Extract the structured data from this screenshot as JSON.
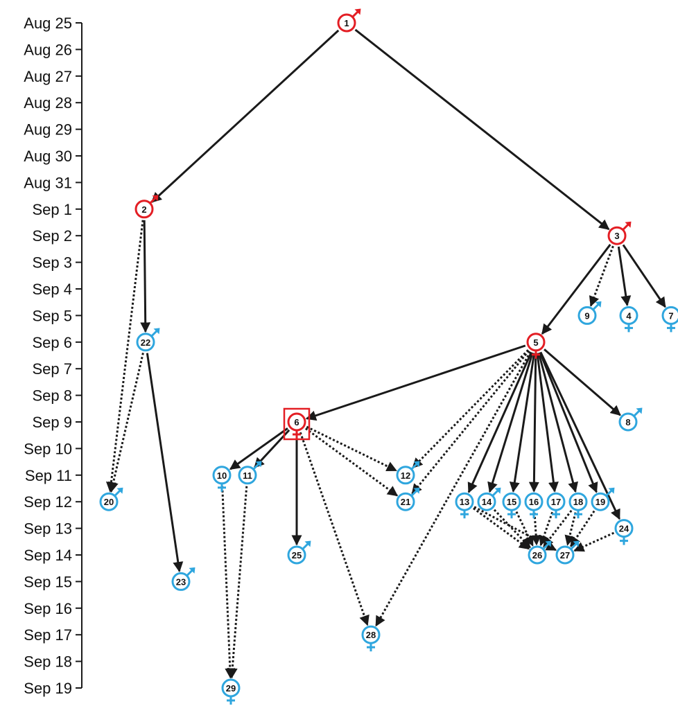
{
  "timeline": {
    "dates": [
      "Aug 25",
      "Aug 26",
      "Aug 27",
      "Aug 28",
      "Aug 29",
      "Aug 30",
      "Aug 31",
      "Sep 1",
      "Sep 2",
      "Sep 3",
      "Sep 4",
      "Sep 5",
      "Sep 6",
      "Sep 7",
      "Sep 8",
      "Sep 9",
      "Sep 10",
      "Sep 11",
      "Sep 12",
      "Sep 13",
      "Sep 14",
      "Sep 15",
      "Sep 16",
      "Sep 17",
      "Sep 18",
      "Sep 19"
    ]
  },
  "colors": {
    "highlight": "#e31e24",
    "case": "#2fa6de",
    "edge": "#1a1a1a"
  },
  "nodes": [
    {
      "label": "1",
      "sex": "male",
      "color": "highlight",
      "date": "Aug 25"
    },
    {
      "label": "2",
      "sex": "male",
      "color": "highlight",
      "date": "Sep 1"
    },
    {
      "label": "3",
      "sex": "male",
      "color": "highlight",
      "date": "Sep 2"
    },
    {
      "label": "9",
      "sex": "male",
      "color": "case",
      "date": "Sep 5"
    },
    {
      "label": "4",
      "sex": "female",
      "color": "case",
      "date": "Sep 5"
    },
    {
      "label": "7",
      "sex": "female",
      "color": "case",
      "date": "Sep 5"
    },
    {
      "label": "22",
      "sex": "male",
      "color": "case",
      "date": "Sep 6"
    },
    {
      "label": "5",
      "sex": "female",
      "color": "highlight",
      "date": "Sep 6"
    },
    {
      "label": "6",
      "sex": "female",
      "color": "highlight",
      "boxed": true,
      "date": "Sep 9"
    },
    {
      "label": "8",
      "sex": "male",
      "color": "case",
      "date": "Sep 9"
    },
    {
      "label": "10",
      "sex": "female",
      "color": "case",
      "date": "Sep 11"
    },
    {
      "label": "11",
      "sex": "male",
      "color": "case",
      "date": "Sep 11"
    },
    {
      "label": "12",
      "sex": "male",
      "color": "case",
      "date": "Sep 11"
    },
    {
      "label": "20",
      "sex": "male",
      "color": "case",
      "date": "Sep 12"
    },
    {
      "label": "21",
      "sex": "male",
      "color": "case",
      "date": "Sep 12"
    },
    {
      "label": "13",
      "sex": "female",
      "color": "case",
      "date": "Sep 12"
    },
    {
      "label": "14",
      "sex": "male",
      "color": "case",
      "date": "Sep 12"
    },
    {
      "label": "15",
      "sex": "female",
      "color": "case",
      "date": "Sep 12"
    },
    {
      "label": "16",
      "sex": "female",
      "color": "case",
      "date": "Sep 12"
    },
    {
      "label": "17",
      "sex": "female",
      "color": "case",
      "date": "Sep 12"
    },
    {
      "label": "18",
      "sex": "female",
      "color": "case",
      "date": "Sep 12"
    },
    {
      "label": "19",
      "sex": "male",
      "color": "case",
      "date": "Sep 12"
    },
    {
      "label": "24",
      "sex": "female",
      "color": "case",
      "date": "Sep 13"
    },
    {
      "label": "25",
      "sex": "male",
      "color": "case",
      "date": "Sep 14"
    },
    {
      "label": "26",
      "sex": "male",
      "color": "case",
      "date": "Sep 14"
    },
    {
      "label": "27",
      "sex": "male",
      "color": "case",
      "date": "Sep 14"
    },
    {
      "label": "23",
      "sex": "male",
      "color": "case",
      "date": "Sep 15"
    },
    {
      "label": "28",
      "sex": "female",
      "color": "case",
      "date": "Sep 17"
    },
    {
      "label": "29",
      "sex": "female",
      "color": "case",
      "date": "Sep 19"
    }
  ],
  "edges": [
    {
      "from": "1",
      "to": "2",
      "style": "solid"
    },
    {
      "from": "1",
      "to": "3",
      "style": "solid"
    },
    {
      "from": "2",
      "to": "22",
      "style": "solid"
    },
    {
      "from": "2",
      "to": "20",
      "style": "dotted"
    },
    {
      "from": "22",
      "to": "20",
      "style": "dotted"
    },
    {
      "from": "22",
      "to": "23",
      "style": "solid"
    },
    {
      "from": "3",
      "to": "5",
      "style": "solid"
    },
    {
      "from": "3",
      "to": "9",
      "style": "dotted"
    },
    {
      "from": "3",
      "to": "4",
      "style": "solid"
    },
    {
      "from": "3",
      "to": "7",
      "style": "solid"
    },
    {
      "from": "5",
      "to": "6",
      "style": "solid"
    },
    {
      "from": "5",
      "to": "8",
      "style": "solid"
    },
    {
      "from": "5",
      "to": "12",
      "style": "dotted"
    },
    {
      "from": "5",
      "to": "21",
      "style": "dotted"
    },
    {
      "from": "5",
      "to": "28",
      "style": "dotted"
    },
    {
      "from": "5",
      "to": "13",
      "style": "solid"
    },
    {
      "from": "5",
      "to": "14",
      "style": "solid"
    },
    {
      "from": "5",
      "to": "15",
      "style": "solid"
    },
    {
      "from": "5",
      "to": "16",
      "style": "solid"
    },
    {
      "from": "5",
      "to": "17",
      "style": "solid"
    },
    {
      "from": "5",
      "to": "18",
      "style": "solid"
    },
    {
      "from": "5",
      "to": "19",
      "style": "solid"
    },
    {
      "from": "5",
      "to": "24",
      "style": "solid"
    },
    {
      "from": "6",
      "to": "10",
      "style": "solid"
    },
    {
      "from": "6",
      "to": "11",
      "style": "solid"
    },
    {
      "from": "6",
      "to": "25",
      "style": "solid"
    },
    {
      "from": "6",
      "to": "12",
      "style": "dotted"
    },
    {
      "from": "6",
      "to": "21",
      "style": "dotted"
    },
    {
      "from": "6",
      "to": "28",
      "style": "dotted"
    },
    {
      "from": "10",
      "to": "29",
      "style": "dotted"
    },
    {
      "from": "11",
      "to": "29",
      "style": "dotted"
    },
    {
      "from": "13",
      "to": "26",
      "style": "dotted"
    },
    {
      "from": "13",
      "to": "27",
      "style": "dotted"
    },
    {
      "from": "14",
      "to": "26",
      "style": "dotted"
    },
    {
      "from": "15",
      "to": "26",
      "style": "dotted"
    },
    {
      "from": "16",
      "to": "26",
      "style": "dotted"
    },
    {
      "from": "17",
      "to": "26",
      "style": "dotted"
    },
    {
      "from": "18",
      "to": "26",
      "style": "dotted"
    },
    {
      "from": "18",
      "to": "27",
      "style": "dotted"
    },
    {
      "from": "19",
      "to": "27",
      "style": "dotted"
    },
    {
      "from": "24",
      "to": "27",
      "style": "dotted"
    }
  ]
}
